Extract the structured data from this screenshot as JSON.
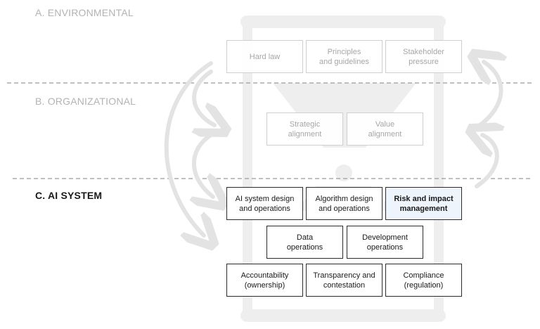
{
  "layers": {
    "environmental": {
      "label": "A. ENVIRONMENTAL"
    },
    "organizational": {
      "label": "B. ORGANIZATIONAL"
    },
    "ai_system": {
      "label": "C. AI SYSTEM"
    }
  },
  "boxes": {
    "hard_law": "Hard law",
    "principles": "Principles\nand guidelines",
    "stakeholder": "Stakeholder\npressure",
    "strategic": "Strategic\nalignment",
    "value": "Value\nalignment",
    "ai_design": "AI system design\nand operations",
    "algorithm_design": "Algorithm design\nand operations",
    "risk": "Risk and impact\nmanagement",
    "data_ops": "Data\noperations",
    "dev_ops": "Development\noperations",
    "accountability": "Accountability\n(ownership)",
    "transparency": "Transparency and\ncontestation",
    "compliance": "Compliance\n(regulation)"
  },
  "colors": {
    "faded": "#a6a6a6",
    "active": "#1a1a1a",
    "highlight": "#eef4fb",
    "decor": "#ececec"
  }
}
